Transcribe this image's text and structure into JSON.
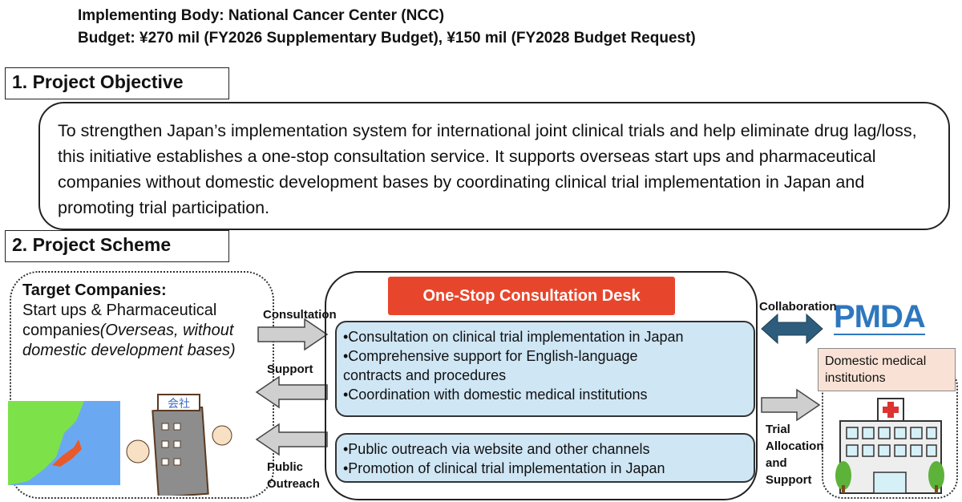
{
  "header": {
    "implementing_body": "Implementing Body: National Cancer Center (NCC)",
    "budget": "Budget: ¥270 mil (FY2026 Supplementary Budget), ¥150 mil (FY2028 Budget Request)"
  },
  "objective": {
    "heading": "1. Project Objective",
    "text": "To strengthen Japan’s implementation system for international joint clinical trials and help eliminate drug lag/loss, this initiative establishes a one-stop consultation service. It supports overseas start ups and pharmaceutical companies without domestic development bases by coordinating clinical trial implementation in Japan and promoting trial participation."
  },
  "scheme": {
    "heading": "2. Project Scheme",
    "target": {
      "title": "Target Companies:",
      "line": "Start ups & Pharmaceutical companies",
      "italic": "(Overseas, without domestic development bases)",
      "building_sign": "会社"
    },
    "arrows": {
      "consultation": "Consultation",
      "support": "Support",
      "public_outreach": "Public Outreach",
      "collaboration": "Collaboration",
      "trial": "Trial Allocation and Support"
    },
    "desk": {
      "title": "One-Stop Consultation Desk",
      "box1": [
        "•Consultation on clinical trial implementation in Japan",
        "•Comprehensive support for English-language contracts and procedures",
        "•Coordination with domestic medical institutions"
      ],
      "box2": [
        "•Public outreach via website and other channels",
        "•Promotion of clinical trial implementation in Japan"
      ]
    },
    "pmda": "PMDA",
    "domestic": "Domestic medical institutions"
  },
  "colors": {
    "desk_title": "#e8462c",
    "box_fill": "#cfe6f5",
    "pmda": "#2e77be",
    "collab_arrow": "#2d5c7c",
    "domestic_fill": "#f9e2d5"
  }
}
